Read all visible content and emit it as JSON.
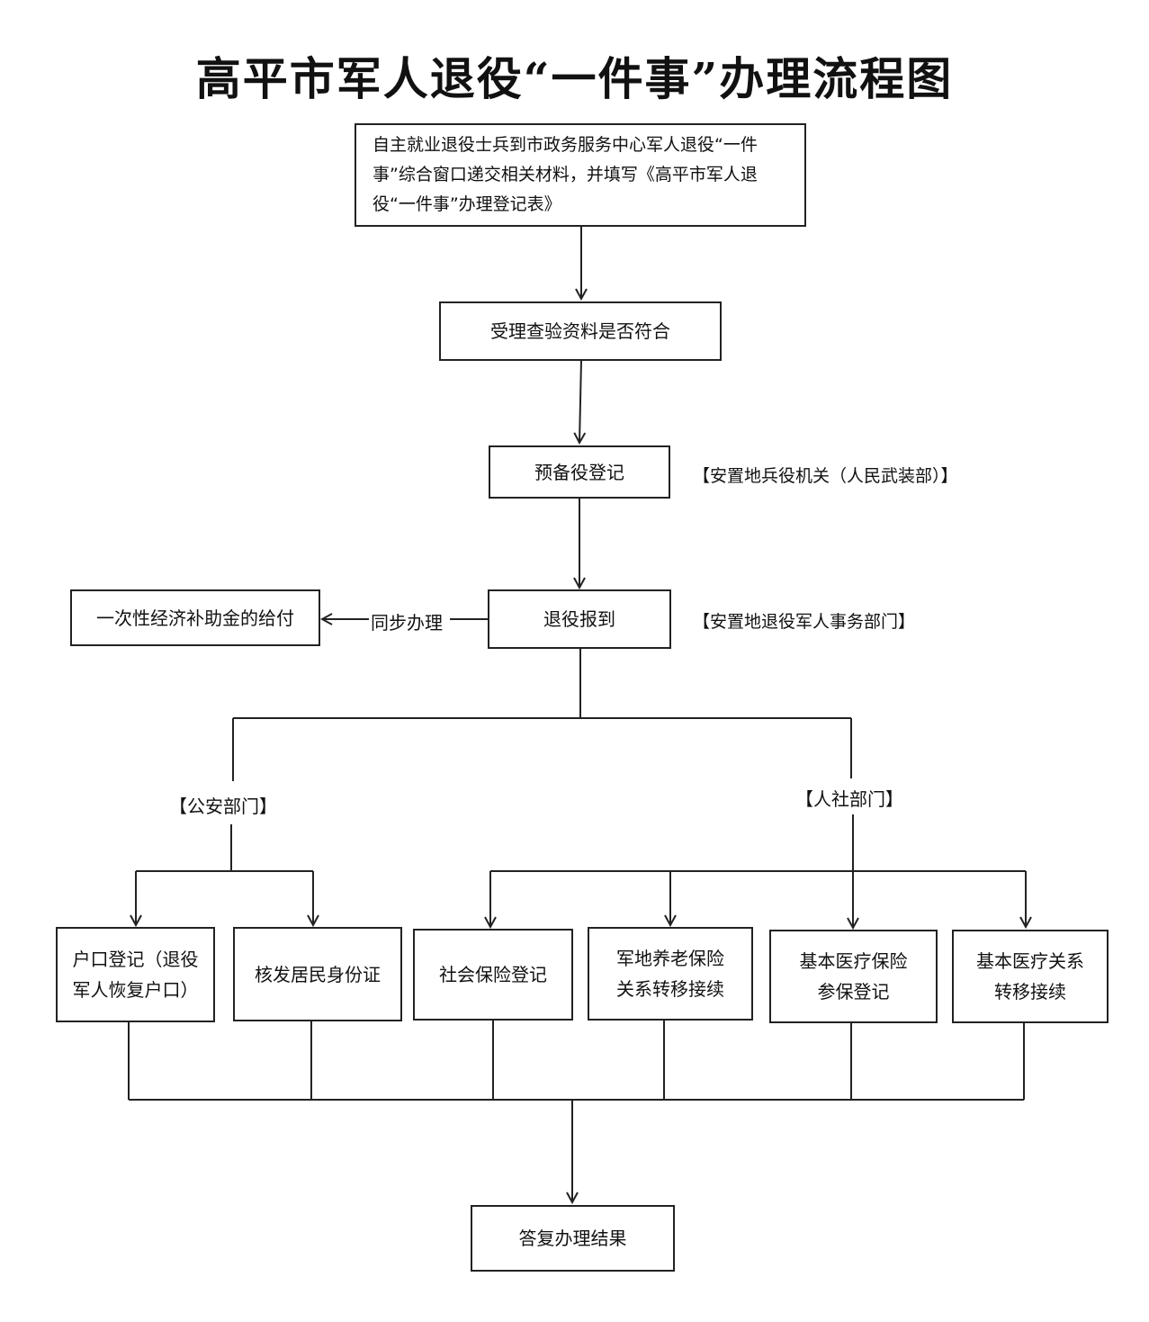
{
  "title": "高平市军人退役“一件事”办理流程图",
  "steps": {
    "submit": "自主就业退役士兵到市政务服务中心军人退役“一件事”综合窗口递交相关材料，并填写《高平市军人退役“一件事”办理登记表》",
    "accept": "受理查验资料是否符合",
    "reserve": "预备役登记",
    "report": "退役报到",
    "subsidy": "一次性经济补助金的给付",
    "hukou": "户口登记（退役军人恢复户口）",
    "idcard": "核发居民身份证",
    "social_insurance": "社会保险登记",
    "pension_transfer": "军地养老保险关系转移接续",
    "medical_register": "基本医疗保险参保登记",
    "medical_transfer": "基本医疗关系转移接续",
    "result": "答复办理结果"
  },
  "labels": {
    "reserve_dept": "【安置地兵役机关（人民武装部）】",
    "report_dept": "【安置地退役军人事务部门】",
    "sync": "同步办理",
    "police": "【公安部门】",
    "hr": "【人社部门】"
  }
}
